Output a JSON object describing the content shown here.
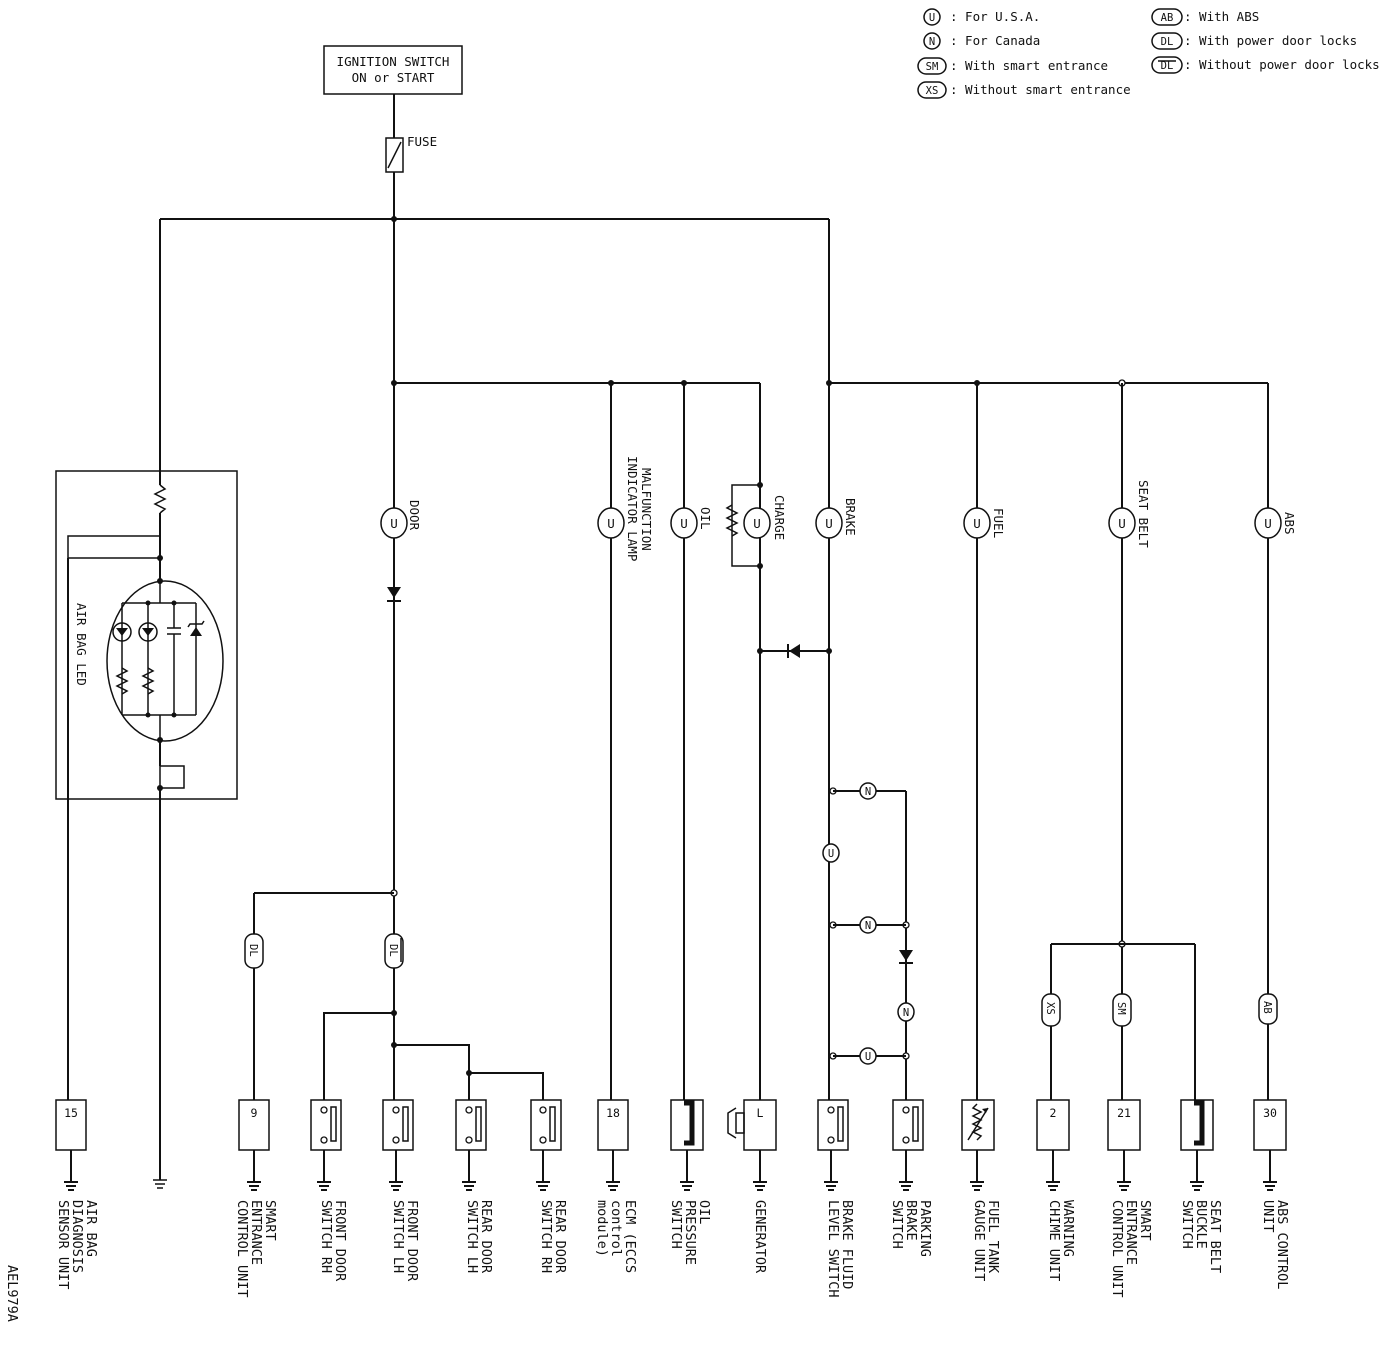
{
  "legend": {
    "left": [
      {
        "code": "U",
        "text": ": For U.S.A."
      },
      {
        "code": "N",
        "text": ": For Canada"
      },
      {
        "code": "SM",
        "text": ": With smart entrance"
      },
      {
        "code": "XS",
        "text": ": Without smart entrance"
      }
    ],
    "right": [
      {
        "code": "AB",
        "text": ": With ABS"
      },
      {
        "code": "DL",
        "text": ": With power door locks"
      },
      {
        "code": "DL",
        "text": ": Without power door locks"
      }
    ]
  },
  "power": {
    "ignition_line1": "IGNITION SWITCH",
    "ignition_line2": "ON or START",
    "fuse": "FUSE"
  },
  "bulbs": [
    {
      "name": "door",
      "code": "U",
      "label": "DOOR"
    },
    {
      "name": "malfunction",
      "code": "U",
      "label1": "MALFUNCTION",
      "label2": "INDICATOR LAMP"
    },
    {
      "name": "oil",
      "code": "U",
      "label": "OIL"
    },
    {
      "name": "charge",
      "code": "U",
      "label": "CHARGE"
    },
    {
      "name": "brake",
      "code": "U",
      "label": "BRAKE"
    },
    {
      "name": "fuel",
      "code": "U",
      "label": "FUEL"
    },
    {
      "name": "seat-belt",
      "code": "U",
      "label": "SEAT BELT"
    },
    {
      "name": "abs",
      "code": "U",
      "label": "ABS"
    }
  ],
  "airbag_led_label": "AIR BAG LED",
  "branch_codes": {
    "dl": "DL",
    "odl": "DL",
    "n_top": "N",
    "u_mid": "U",
    "n_mid": "N",
    "n_park": "N",
    "u_low": "U",
    "xs": "XS",
    "sm": "SM",
    "ab": "AB"
  },
  "terminals": {
    "airbag": "15",
    "smart_left": "9",
    "ecm": "18",
    "generator": "L",
    "warning": "2",
    "smart_right": "21",
    "abs": "30"
  },
  "components": [
    {
      "name": "airbag-unit",
      "lines": [
        "AIR BAG",
        "DIAGNOSIS",
        "SENSOR UNIT"
      ]
    },
    {
      "name": "smart-entrance-left",
      "lines": [
        "SMART",
        "ENTRANCE",
        "CONTROL UNIT"
      ]
    },
    {
      "name": "front-door-rh",
      "lines": [
        "FRONT DOOR",
        "SWITCH RH"
      ]
    },
    {
      "name": "front-door-lh",
      "lines": [
        "FRONT DOOR",
        "SWITCH LH"
      ]
    },
    {
      "name": "rear-door-lh",
      "lines": [
        "REAR DOOR",
        "SWITCH LH"
      ]
    },
    {
      "name": "rear-door-rh",
      "lines": [
        "REAR DOOR",
        "SWITCH RH"
      ]
    },
    {
      "name": "ecm",
      "lines": [
        "ECM (ECCS",
        "control",
        "module)"
      ]
    },
    {
      "name": "oil-pressure",
      "lines": [
        "OIL",
        "PRESSURE",
        "SWITCH"
      ]
    },
    {
      "name": "generator",
      "lines": [
        "GENERATOR"
      ]
    },
    {
      "name": "brake-fluid",
      "lines": [
        "BRAKE FLUID",
        "LEVEL SWITCH"
      ]
    },
    {
      "name": "parking-brake",
      "lines": [
        "PARKING",
        "BRAKE",
        "SWITCH"
      ]
    },
    {
      "name": "fuel-tank",
      "lines": [
        "FUEL TANK",
        "GAUGE UNIT"
      ]
    },
    {
      "name": "warning-chime",
      "lines": [
        "WARNING",
        "CHIME UNIT"
      ]
    },
    {
      "name": "smart-entrance-right",
      "lines": [
        "SMART",
        "ENTRANCE",
        "CONTROL UNIT"
      ]
    },
    {
      "name": "seat-belt-buckle",
      "lines": [
        "SEAT BELT",
        "BUCKLE",
        "SWITCH"
      ]
    },
    {
      "name": "abs-control",
      "lines": [
        "ABS CONTROL",
        "UNIT"
      ]
    }
  ],
  "diagram_id": "AEL979A"
}
